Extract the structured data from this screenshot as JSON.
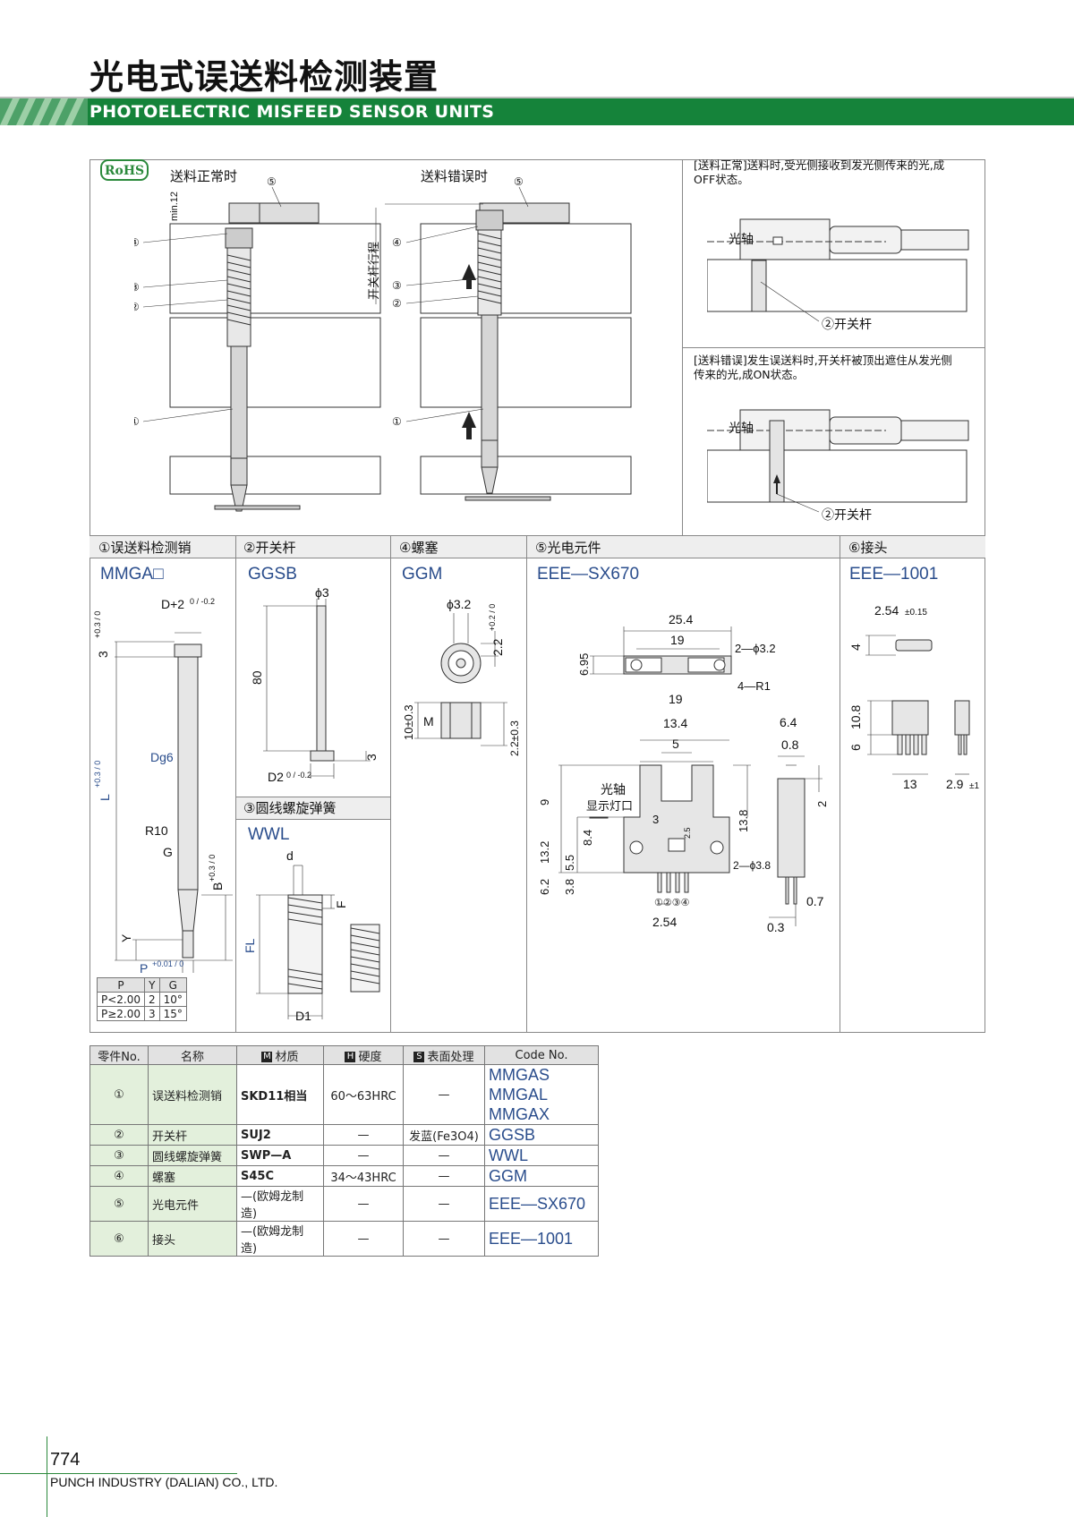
{
  "header": {
    "title_cn": "光电式误送料检测装置",
    "title_en": "PHOTOELECTRIC MISFEED SENSOR UNITS",
    "colors": {
      "banner_green": "#15833a",
      "code_blue": "#2a4d8c"
    }
  },
  "rohs": "RoHS",
  "diagram": {
    "normal_label": "送料正常时",
    "error_label": "送料错误时",
    "min_label": "min.12",
    "stroke_label": "开关杆行程",
    "callouts": [
      "①",
      "②",
      "③",
      "④",
      "⑤"
    ],
    "note_normal": "[送料正常]送料时,受光侧接收到发光侧传来的光,成OFF状态。",
    "note_error": "[送料错误]发生误送料时,开关杆被顶出遮住从发光侧传来的光,成ON状态。",
    "optical_axis": "光轴",
    "switch_rod": "②开关杆"
  },
  "sections": {
    "s1": {
      "head": "①误送料检测销",
      "code": "MMGA□"
    },
    "s2": {
      "head": "②开关杆",
      "code": "GGSB"
    },
    "s3": {
      "head": "③圆线螺旋弹簧",
      "code": "WWL"
    },
    "s4": {
      "head": "④螺塞",
      "code": "GGM"
    },
    "s5": {
      "head": "⑤光电元件",
      "code": "EEE—SX670"
    },
    "s6": {
      "head": "⑥接头",
      "code": "EEE—1001"
    }
  },
  "dims": {
    "mmga": {
      "d_top": "D+2",
      "d_tol": "0 / -0.2",
      "three": "3",
      "three_tol": "+0.3 / 0",
      "L": "L",
      "L_tol": "+0.3 / 0",
      "Dg6": "Dg6",
      "R10": "R10",
      "G": "G",
      "B": "B",
      "B_tol": "+0.3 / 0",
      "Y": "Y",
      "P": "P",
      "P_tol": "+0.01 / 0"
    },
    "ggsb": {
      "phi3": "ϕ3",
      "len80": "80",
      "three": "3",
      "d2": "D2",
      "d2_tol": "0 / -0.2"
    },
    "wwl": {
      "d": "d",
      "F": "F",
      "FL": "FL",
      "D1": "D1"
    },
    "ggm": {
      "phi32": "ϕ3.2",
      "h22": "2.2",
      "h22_tol": "+0.2 / 0",
      "ten": "10±0.3",
      "M": "M",
      "h22b": "2.2±0.3"
    },
    "sx670": {
      "w254": "25.4",
      "w19a": "19",
      "holes": "2—ϕ3.2",
      "h695": "6.95",
      "r1": "4—R1",
      "w19b": "19",
      "w134": "13.4",
      "w5": "5",
      "w64": "6.4",
      "w08": "0.8",
      "axis": "光轴",
      "lamp": "显示灯口",
      "h9": "9",
      "h3": "3",
      "h25": "2.5",
      "h84": "8.4",
      "h132": "13.2",
      "h55": "5.5",
      "h38": "3.8",
      "h62": "6.2",
      "h138": "13.8",
      "h2": "2",
      "holes38": "2—ϕ3.8",
      "pins": "①②③④",
      "w254b": "2.54",
      "w07": "0.7",
      "w03": "0.3"
    },
    "e1001": {
      "pitch": "2.54",
      "pitch_tol": "±0.15",
      "h4": "4",
      "h108": "10.8",
      "h6": "6",
      "w13": "13",
      "w29": "2.9",
      "w29_tol": "±1"
    }
  },
  "pyg_table": {
    "headers": [
      "P",
      "Y",
      "G"
    ],
    "rows": [
      [
        "P<2.00",
        "2",
        "10°"
      ],
      [
        "P≥2.00",
        "3",
        "15°"
      ]
    ]
  },
  "parts_table": {
    "headers": {
      "no": "零件No.",
      "name": "名称",
      "material": "材质",
      "hardness": "硬度",
      "surface": "表面处理",
      "code": "Code No."
    },
    "badges": {
      "material": "M",
      "hardness": "H",
      "surface": "S"
    },
    "rows": [
      {
        "no": "①",
        "name": "误送料检测销",
        "material": "SKD11相当",
        "hardness": "60～63HRC",
        "surface": "—",
        "codes": [
          "MMGAS",
          "MMGAL",
          "MMGAX"
        ]
      },
      {
        "no": "②",
        "name": "开关杆",
        "material": "SUJ2",
        "hardness": "—",
        "surface": "发蓝(Fe3O4)",
        "codes": [
          "GGSB"
        ]
      },
      {
        "no": "③",
        "name": "圆线螺旋弹簧",
        "material": "SWP—A",
        "hardness": "—",
        "surface": "—",
        "codes": [
          "WWL"
        ]
      },
      {
        "no": "④",
        "name": "螺塞",
        "material": "S45C",
        "hardness": "34～43HRC",
        "surface": "—",
        "codes": [
          "GGM"
        ]
      },
      {
        "no": "⑤",
        "name": "光电元件",
        "material": "—(欧姆龙制造)",
        "hardness": "—",
        "surface": "—",
        "codes": [
          "EEE—SX670"
        ]
      },
      {
        "no": "⑥",
        "name": "接头",
        "material": "—(欧姆龙制造)",
        "hardness": "—",
        "surface": "—",
        "codes": [
          "EEE—1001"
        ]
      }
    ]
  },
  "footer": {
    "page": "774",
    "company": "PUNCH INDUSTRY (DALIAN) CO., LTD."
  }
}
